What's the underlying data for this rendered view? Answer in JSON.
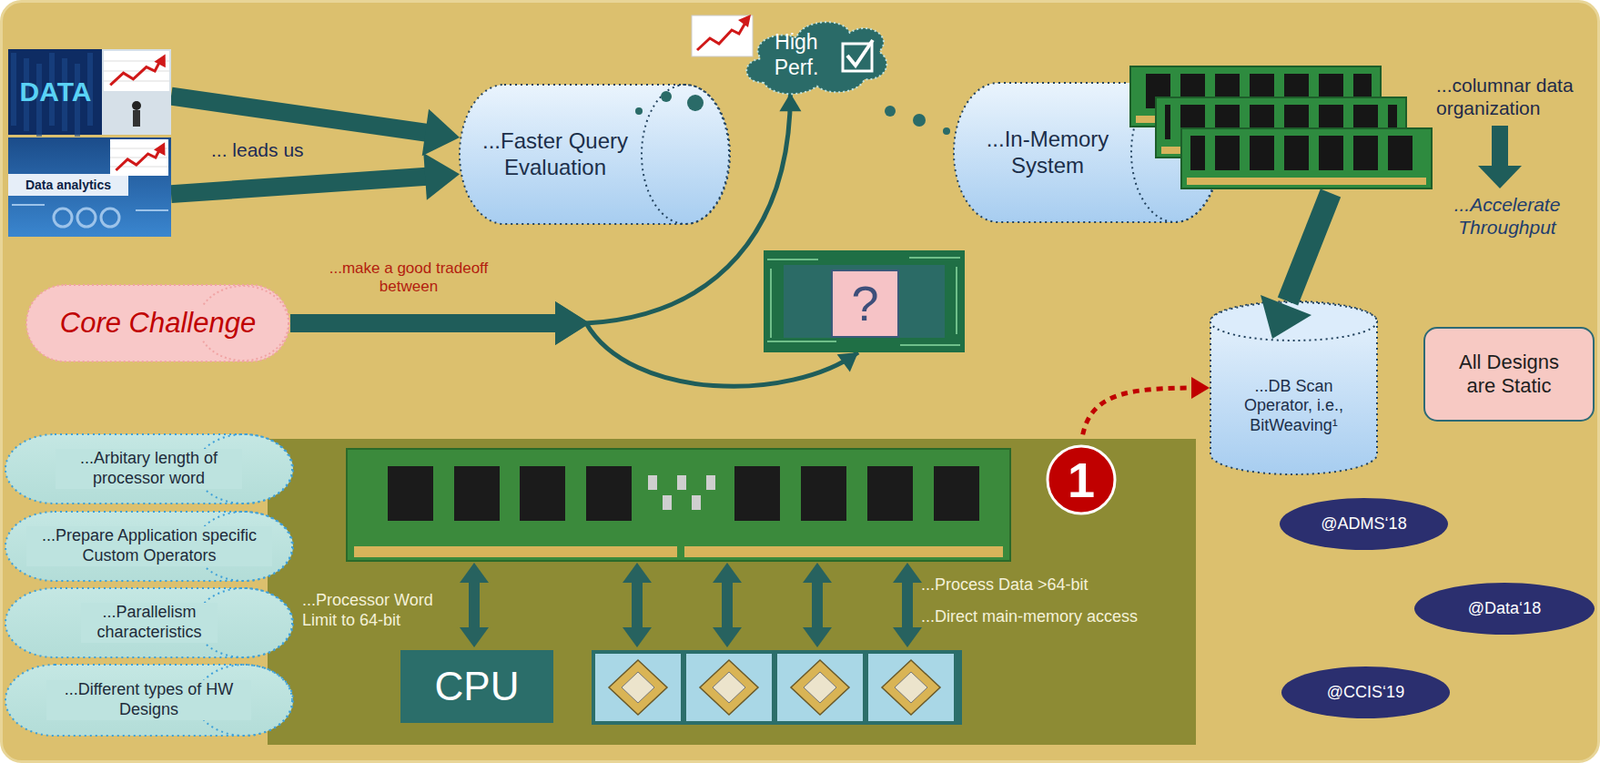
{
  "diagram": {
    "nodes": [
      {
        "text": [
          "DATA"
        ]
      },
      {
        "text": [
          "Data analytics"
        ]
      },
      {
        "text": [
          "...Faster Query Evaluation"
        ]
      },
      {
        "text": [
          "High Perf."
        ]
      },
      {
        "text": [
          "...In-Memory System"
        ]
      },
      {
        "text": [
          "Core Challenge"
        ]
      },
      {
        "text": [
          "?"
        ]
      },
      {
        "text": [
          "...DB Scan Operator, i.e., BitWeaving¹"
        ]
      },
      {
        "text": [
          "All Designs are Static"
        ]
      },
      {
        "text": [
          "...Processor Word Limit to 64-bit",
          "...Process Data >64-bit",
          "...Direct main-memory access"
        ]
      },
      {
        "text": [
          "CPU"
        ],
        "in": 9
      },
      {
        "text": [
          "1"
        ],
        "in": 9
      },
      {
        "text": [
          "...Arbitary length of processor word"
        ]
      },
      {
        "text": [
          "...Prepare Application specific Custom Operators"
        ]
      },
      {
        "text": [
          "...Parallelism characteristics"
        ]
      },
      {
        "text": [
          "...Different types of HW Designs"
        ]
      },
      {
        "text": [
          "@ADMS‘18"
        ]
      },
      {
        "text": [
          "@Data‘18"
        ]
      },
      {
        "text": [
          "@CCIS‘19"
        ]
      }
    ],
    "edges": [
      {
        "from": 0,
        "to": 2,
        "arrow": "to"
      },
      {
        "from": 1,
        "to": 2,
        "arrow": "to"
      },
      {
        "from": 5,
        "to": 3,
        "arrow": "to"
      },
      {
        "from": 5,
        "to": 6,
        "arrow": "to"
      },
      {
        "from": 11,
        "to": 7,
        "arrow": "to"
      }
    ],
    "labels": [
      "... leads us",
      "...make a good tradeoff between",
      "...columnar data organization",
      "...Accelerate Throughput"
    ]
  }
}
